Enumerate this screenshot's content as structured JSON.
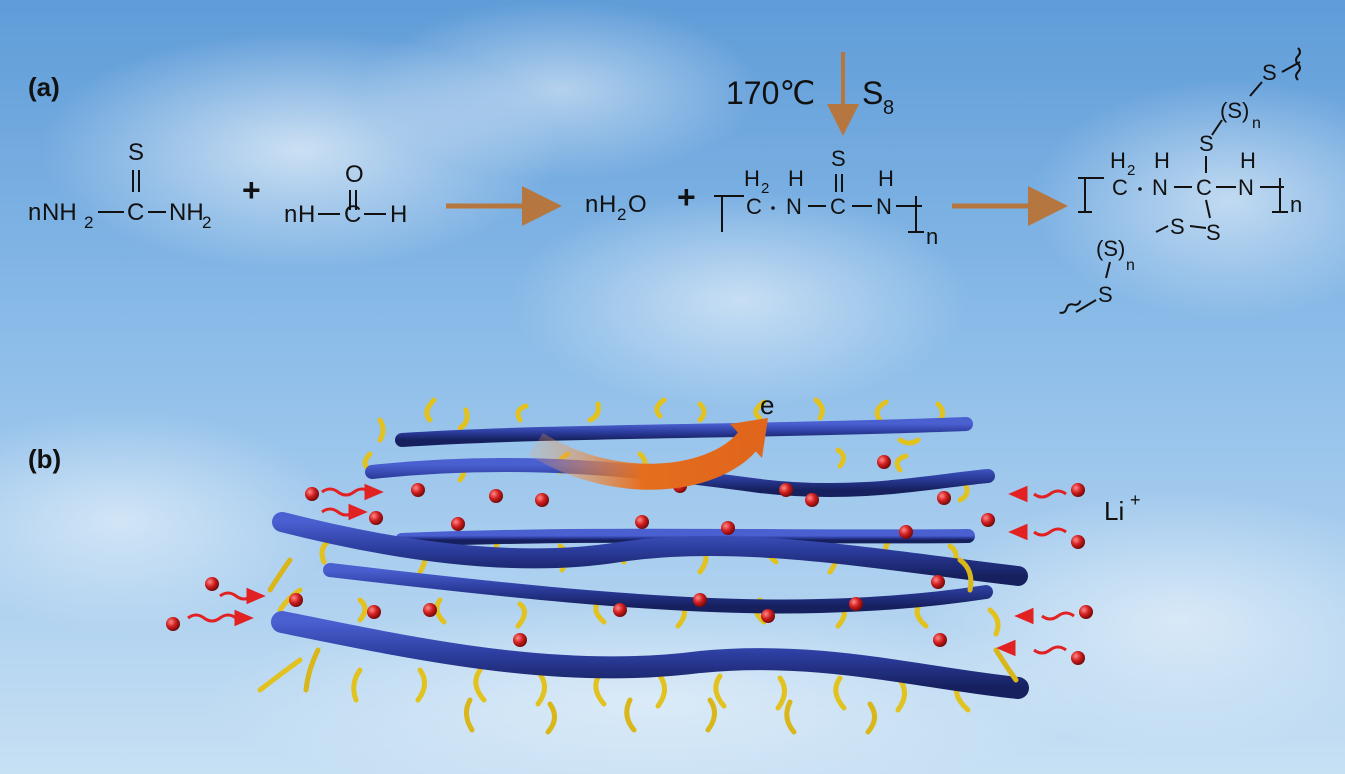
{
  "panels": {
    "a": {
      "label": "(a)"
    },
    "b": {
      "label": "(b)"
    }
  },
  "reactants": {
    "thiourea": {
      "coef": "n",
      "sulfur": "S",
      "left": "NH",
      "center": "C",
      "right": "NH",
      "sub": "2"
    },
    "plus": "+",
    "formaldehyde": {
      "coef": "n",
      "left": "H",
      "center": "C",
      "right": "H",
      "oxygen": "O"
    }
  },
  "products": {
    "water": {
      "coef": "n",
      "h": "H",
      "sub": "2",
      "o": "O"
    },
    "plus": "+",
    "polymer": {
      "c": "C",
      "h2": "H",
      "h2_sub": "2",
      "n": "N",
      "h": "H",
      "s": "S",
      "repeat": "n"
    }
  },
  "condition": {
    "temperature": "170℃",
    "reagent": "S",
    "reagent_sub": "8"
  },
  "vulcanized": {
    "c": "C",
    "h2": "H",
    "h2_sub": "2",
    "n": "N",
    "h": "H",
    "s": "S",
    "repeat": "n",
    "sulfur_chain": "(S)",
    "chain_n": "n"
  },
  "diagram_b": {
    "electron": "e",
    "lithium": "Li",
    "lithium_charge": "+"
  },
  "colors": {
    "sky_top": "#5d9ad6",
    "sky_bottom": "#bfdcf3",
    "arrow": "#b5773f",
    "polymer_backbone": "#2c3d9e",
    "side_chain": "#e2c21e",
    "lithium_ion": "#c8191c",
    "electron_arrow": "#e0661b",
    "li_arrow": "#e22222"
  }
}
